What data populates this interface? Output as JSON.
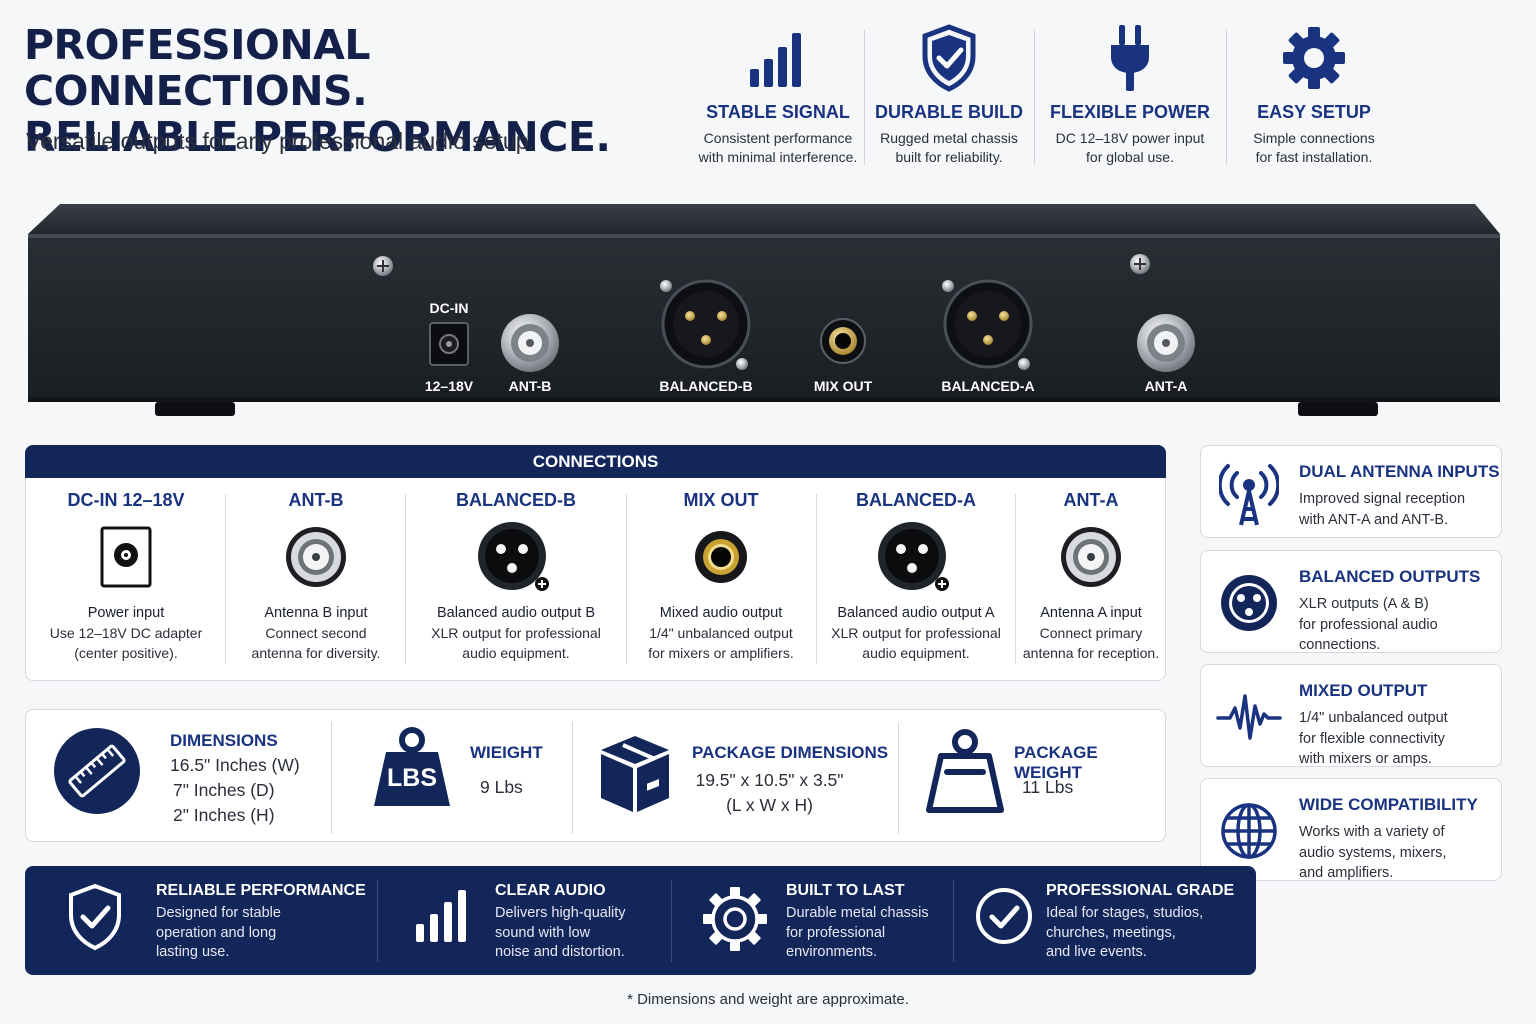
{
  "header": {
    "title_line1": "PROFESSIONAL CONNECTIONS.",
    "title_line2": "RELIABLE PERFORMANCE.",
    "subtitle": "Versatile outputs for any professional audio setup."
  },
  "top_features": [
    {
      "icon": "signal-bars-icon",
      "title": "STABLE SIGNAL",
      "line1": "Consistent performance",
      "line2": "with minimal interference."
    },
    {
      "icon": "shield-check-icon",
      "title": "DURABLE BUILD",
      "line1": "Rugged metal chassis",
      "line2": "built for reliability."
    },
    {
      "icon": "power-plug-icon",
      "title": "FLEXIBLE POWER",
      "line1": "DC 12–18V power input",
      "line2": "for global use."
    },
    {
      "icon": "gear-icon",
      "title": "EASY SETUP",
      "line1": "Simple connections",
      "line2": "for fast installation."
    }
  ],
  "device": {
    "dc_label_top": "DC-IN",
    "dc_label_bottom": "12–18V",
    "ant_b": "ANT-B",
    "balanced_b": "BALANCED-B",
    "mix_out": "MIX OUT",
    "balanced_a": "BALANCED-A",
    "ant_a": "ANT-A"
  },
  "connections": {
    "heading": "CONNECTIONS",
    "items": [
      {
        "title": "DC-IN 12–18V",
        "icon": "dc-jack-icon",
        "desc1": "Power input",
        "desc2": "Use 12–18V DC adapter",
        "desc3": "(center positive)."
      },
      {
        "title": "ANT-B",
        "icon": "bnc-connector-icon",
        "desc1": "Antenna B input",
        "desc2": "Connect second",
        "desc3": "antenna for diversity."
      },
      {
        "title": "BALANCED-B",
        "icon": "xlr-connector-icon",
        "desc1": "Balanced audio output B",
        "desc2": "XLR output for professional",
        "desc3": "audio equipment."
      },
      {
        "title": "MIX OUT",
        "icon": "quarter-inch-jack-icon",
        "desc1": "Mixed audio output",
        "desc2": "1/4\" unbalanced output",
        "desc3": "for mixers or amplifiers."
      },
      {
        "title": "BALANCED-A",
        "icon": "xlr-connector-icon",
        "desc1": "Balanced audio output A",
        "desc2": "XLR output for professional",
        "desc3": "audio equipment."
      },
      {
        "title": "ANT-A",
        "icon": "bnc-connector-icon",
        "desc1": "Antenna A input",
        "desc2": "Connect primary",
        "desc3": "antenna for reception."
      }
    ]
  },
  "side_cards": [
    {
      "icon": "antenna-tower-icon",
      "title": "DUAL ANTENNA INPUTS",
      "lines": [
        "Improved signal reception",
        "with ANT-A and ANT-B."
      ]
    },
    {
      "icon": "xlr-icon",
      "title": "BALANCED OUTPUTS",
      "lines": [
        "XLR outputs (A & B)",
        "for professional audio",
        "connections."
      ]
    },
    {
      "icon": "waveform-icon",
      "title": "MIXED OUTPUT",
      "lines": [
        "1/4\" unbalanced output",
        "for flexible connectivity",
        "with mixers or amps."
      ]
    },
    {
      "icon": "globe-icon",
      "title": "WIDE COMPATIBILITY",
      "lines": [
        "Works with a variety of",
        "audio systems, mixers,",
        "and amplifiers."
      ]
    }
  ],
  "specs": {
    "dimensions": {
      "icon": "ruler-icon",
      "title": "DIMENSIONS",
      "lines": [
        "16.5\" Inches (W)",
        "7\" Inches (D)",
        "2\" Inches (H)"
      ]
    },
    "weight": {
      "icon": "weight-lbs-icon",
      "icon_text": "LBS",
      "title": "WIEIGHT",
      "value": "9 Lbs"
    },
    "package_dimensions": {
      "icon": "box-icon",
      "title": "PACKAGE DIMENSIONS",
      "lines": [
        "19.5\" x 10.5\" x 3.5\"",
        "(L x W x H)"
      ]
    },
    "package_weight": {
      "icon": "weight-outline-icon",
      "title": "PACKAGE WEIGHT",
      "value": "11 Lbs"
    }
  },
  "bottom_bar": [
    {
      "icon": "shield-check-icon",
      "title": "RELIABLE PERFORMANCE",
      "lines": [
        "Designed for stable",
        "operation and long",
        "lasting use."
      ]
    },
    {
      "icon": "signal-bars-icon",
      "title": "CLEAR AUDIO",
      "lines": [
        "Delivers high-quality",
        "sound with low",
        "noise and distortion."
      ]
    },
    {
      "icon": "gear-icon",
      "title": "BUILT TO LAST",
      "lines": [
        "Durable metal chassis",
        "for professional",
        "environments."
      ]
    },
    {
      "icon": "check-circle-icon",
      "title": "PROFESSIONAL GRADE",
      "lines": [
        "Ideal for stages, studios,",
        "churches, meetings,",
        "and live events."
      ]
    }
  ],
  "footnote": "* Dimensions and weight are approximate.",
  "colors": {
    "navy": "#13265a",
    "accent_blue": "#1a3380",
    "device": "#1e2126"
  }
}
